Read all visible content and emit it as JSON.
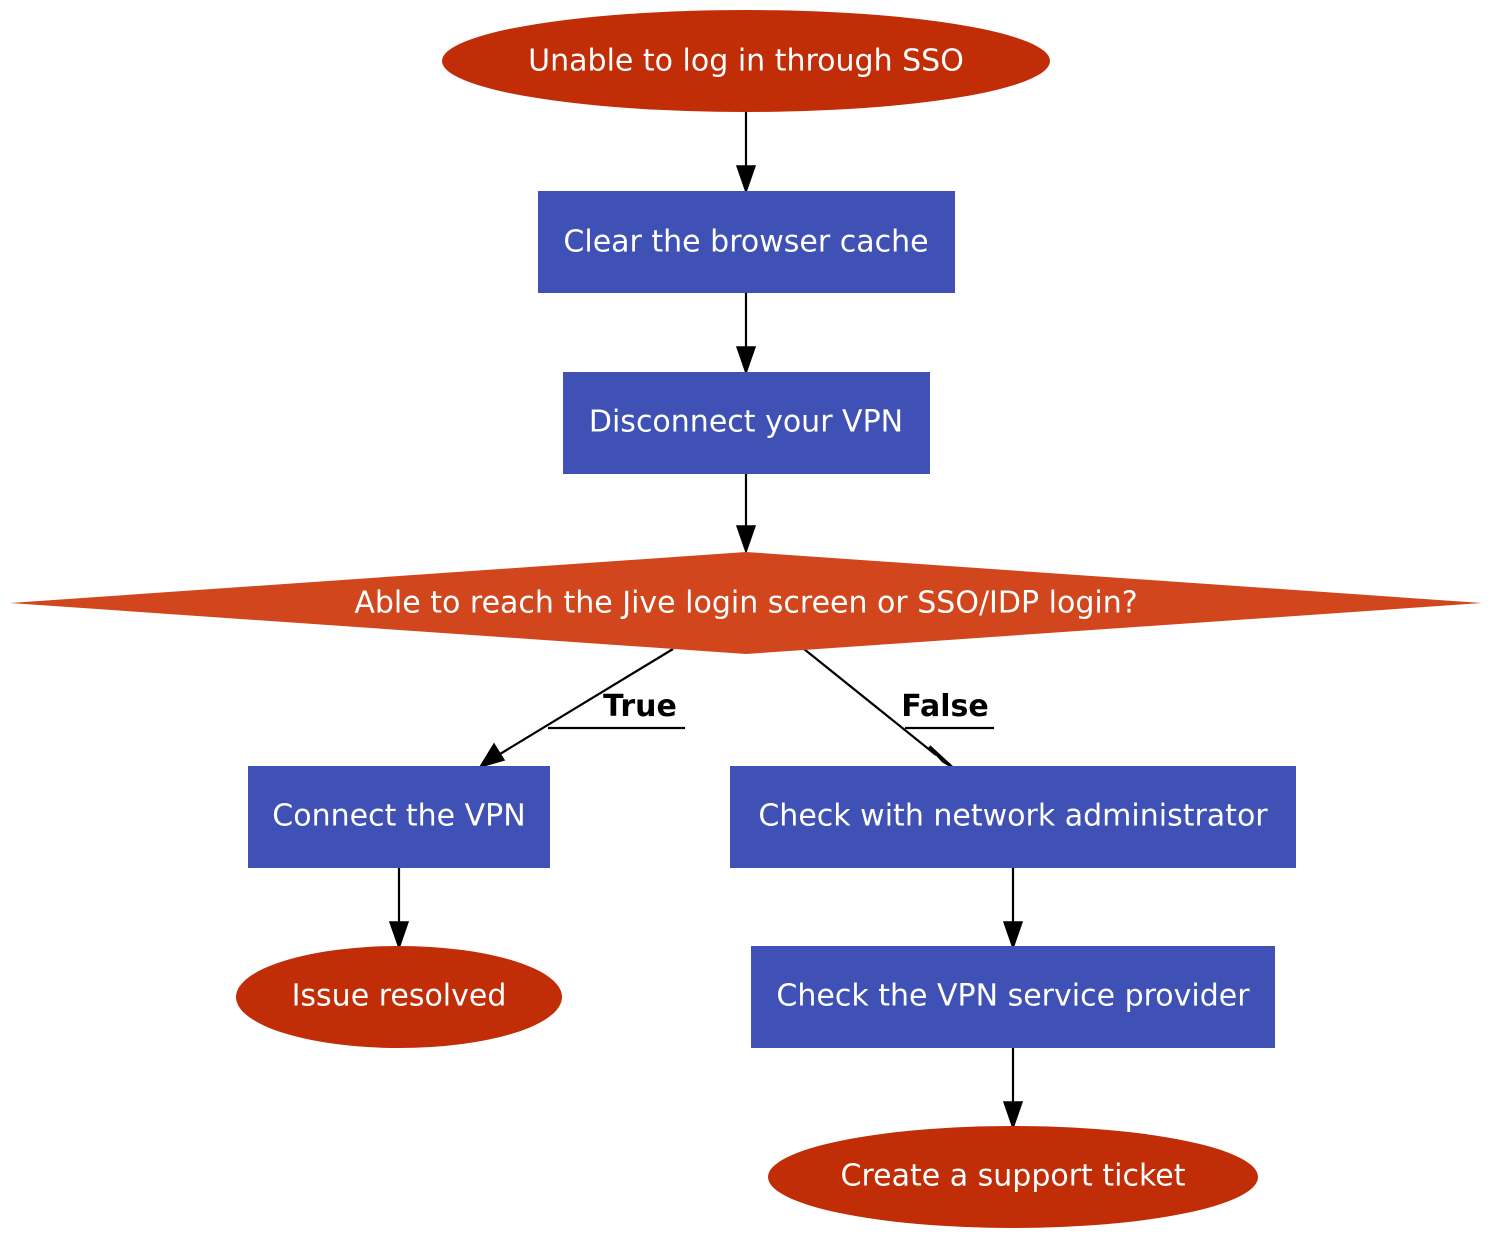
{
  "colors": {
    "terminal": "#c12d07",
    "process": "#3f51b5",
    "decision": "#d1461c",
    "edge": "#000000",
    "text": "#ffffff"
  },
  "nodes": {
    "start": "Unable to log in through SSO",
    "clear_cache": "Clear the browser cache",
    "disconnect_vpn": "Disconnect your VPN",
    "decision": "Able to reach the Jive login screen or SSO/IDP login?",
    "connect_vpn": "Connect the VPN",
    "check_admin": "Check with network administrator",
    "issue_resolved": "Issue resolved",
    "check_provider": "Check the VPN service provider",
    "support_ticket": "Create a support ticket"
  },
  "edges": {
    "true_label": "True",
    "false_label": "False"
  }
}
